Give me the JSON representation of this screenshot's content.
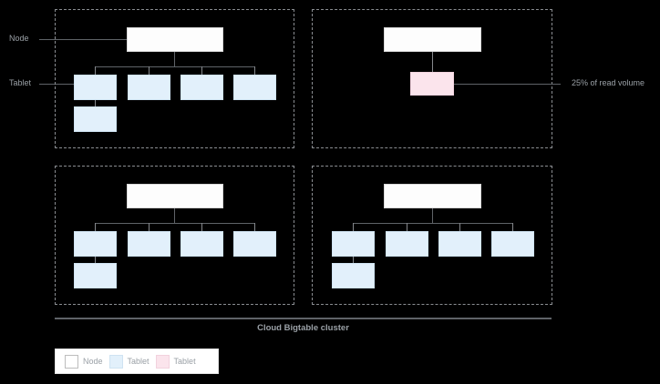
{
  "diagram": {
    "title": "Cloud Bigtable cluster",
    "colors": {
      "background": "#000000",
      "node_fill": "#fdfdfd",
      "tablet_fill": "#e2f0fb",
      "hot_tablet_fill": "#fbe4ec",
      "connector": "#5f6368",
      "text": "#9aa0a6",
      "quadrant_border": "#8a8d91"
    },
    "side_labels": {
      "node": "Node",
      "tablet": "Tablet"
    },
    "callout": {
      "text": "25% of read volume"
    },
    "legend": {
      "items": [
        {
          "label": "Node",
          "swatch": "node-swatch",
          "color": "#ffffff"
        },
        {
          "label": "Tablet",
          "swatch": "tablet-swatch",
          "color": "#e2f0fb"
        },
        {
          "label": "Tablet",
          "swatch": "hot-tablet-swatch",
          "color": "#fbe4ec"
        }
      ]
    },
    "nodes": [
      {
        "id": "node-1",
        "position": "top-left",
        "tablet_count": 5,
        "tablets": [
          {
            "id": "t1",
            "type": "normal"
          },
          {
            "id": "t2",
            "type": "normal"
          },
          {
            "id": "t3",
            "type": "normal"
          },
          {
            "id": "t4",
            "type": "normal"
          },
          {
            "id": "t5",
            "type": "normal"
          }
        ]
      },
      {
        "id": "node-2",
        "position": "top-right",
        "tablet_count": 1,
        "tablets": [
          {
            "id": "t6",
            "type": "hot"
          }
        ]
      },
      {
        "id": "node-3",
        "position": "bottom-left",
        "tablet_count": 5,
        "tablets": [
          {
            "id": "t7",
            "type": "normal"
          },
          {
            "id": "t8",
            "type": "normal"
          },
          {
            "id": "t9",
            "type": "normal"
          },
          {
            "id": "t10",
            "type": "normal"
          },
          {
            "id": "t11",
            "type": "normal"
          }
        ]
      },
      {
        "id": "node-4",
        "position": "bottom-right",
        "tablet_count": 5,
        "tablets": [
          {
            "id": "t12",
            "type": "normal"
          },
          {
            "id": "t13",
            "type": "normal"
          },
          {
            "id": "t14",
            "type": "normal"
          },
          {
            "id": "t15",
            "type": "normal"
          },
          {
            "id": "t16",
            "type": "normal"
          }
        ]
      }
    ]
  }
}
